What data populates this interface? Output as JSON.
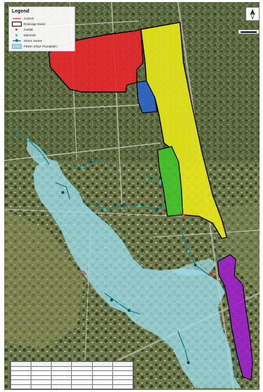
{
  "legend": {
    "title": "Legend",
    "items": [
      {
        "label": "Culvert",
        "symbol": "culvert"
      },
      {
        "label": "Drainage Basin",
        "symbol": "basin"
      },
      {
        "label": "Outfall",
        "symbol": "outfall"
      },
      {
        "label": "Manhole",
        "symbol": "manhole"
      },
      {
        "label": "Storm Sewer",
        "symbol": "sewer"
      },
      {
        "label": "FEMA 100yr Floodplain",
        "symbol": "flood"
      }
    ]
  },
  "colors": {
    "basin_red": "#e8262b",
    "basin_yellow": "#e6e51a",
    "basin_blue": "#2e63c7",
    "basin_green": "#43c22a",
    "basin_purple": "#9c1fc9",
    "floodplain": "#9fdcea",
    "storm_sewer": "#1c7f84",
    "manhole": "#22d0cf",
    "culvert": "#e53935",
    "imagery_dark": "#3f4f2c",
    "imagery_light": "#8d9668"
  },
  "icons": {
    "north_arrow": "north-arrow-icon",
    "scale_bar": "scale-bar-icon"
  }
}
